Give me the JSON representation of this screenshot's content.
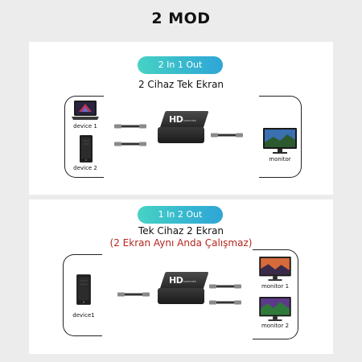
{
  "page": {
    "title": "2 MOD"
  },
  "mode_top": {
    "badge": "2 In 1 Out",
    "subtitle": "2 Cihaz Tek Ekran",
    "device1_label": "device 1",
    "device2_label": "device 2",
    "monitor_label": "monitor",
    "switch_logo": "HD",
    "switch_sub": "SWITCHER"
  },
  "mode_bottom": {
    "badge": "1 In 2 Out",
    "subtitle": "Tek Cihaz 2 Ekran",
    "note": "(2 Ekran Aynı Anda Çalışmaz)",
    "device_label": "device1",
    "monitor1_label": "monitor 1",
    "monitor2_label": "monitor 2",
    "switch_logo": "HD",
    "switch_sub": "SWITCHER"
  },
  "colors": {
    "badge_gradient_start": "#46d3c4",
    "badge_gradient_end": "#2fa6d6",
    "note_red": "#b3261e",
    "panel_bg": "#ffffff",
    "page_bg": "#ececec"
  }
}
